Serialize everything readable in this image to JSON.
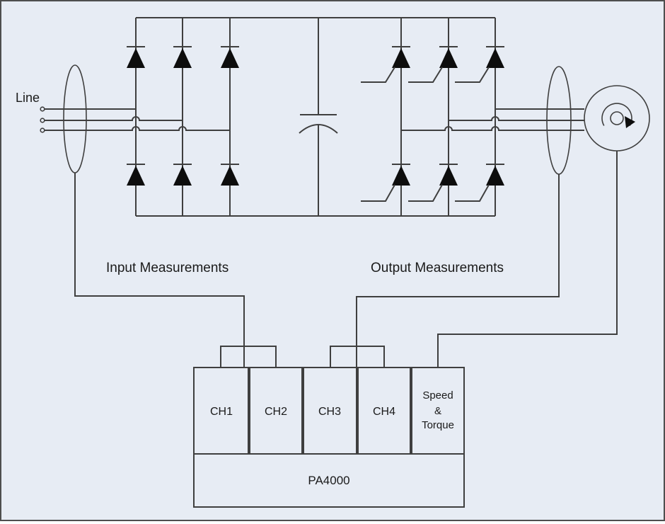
{
  "colors": {
    "background": "#e7ecf4",
    "wire": "#3f3f3f",
    "symbol_fill": "#0d0d0d",
    "frame_border": "#4e4e4e",
    "text": "#1a1a1a"
  },
  "labels": {
    "line": "Line",
    "input_measurements": "Input Measurements",
    "output_measurements": "Output Measurements"
  },
  "analyzer": {
    "model": "PA4000",
    "channels": [
      {
        "label": "CH1"
      },
      {
        "label": "CH2"
      },
      {
        "label": "CH3"
      },
      {
        "label": "CH4"
      }
    ],
    "speed_torque_channel": {
      "line1": "Speed",
      "line2": "&",
      "line3": "Torque"
    }
  },
  "icons": {
    "input_sensor": "current-sensor-ellipse-icon",
    "output_sensor": "current-sensor-ellipse-icon",
    "rectifier_devices": "diode-icon",
    "inverter_devices": "igbt-icon",
    "dc_link": "capacitor-icon",
    "load": "motor-icon"
  }
}
